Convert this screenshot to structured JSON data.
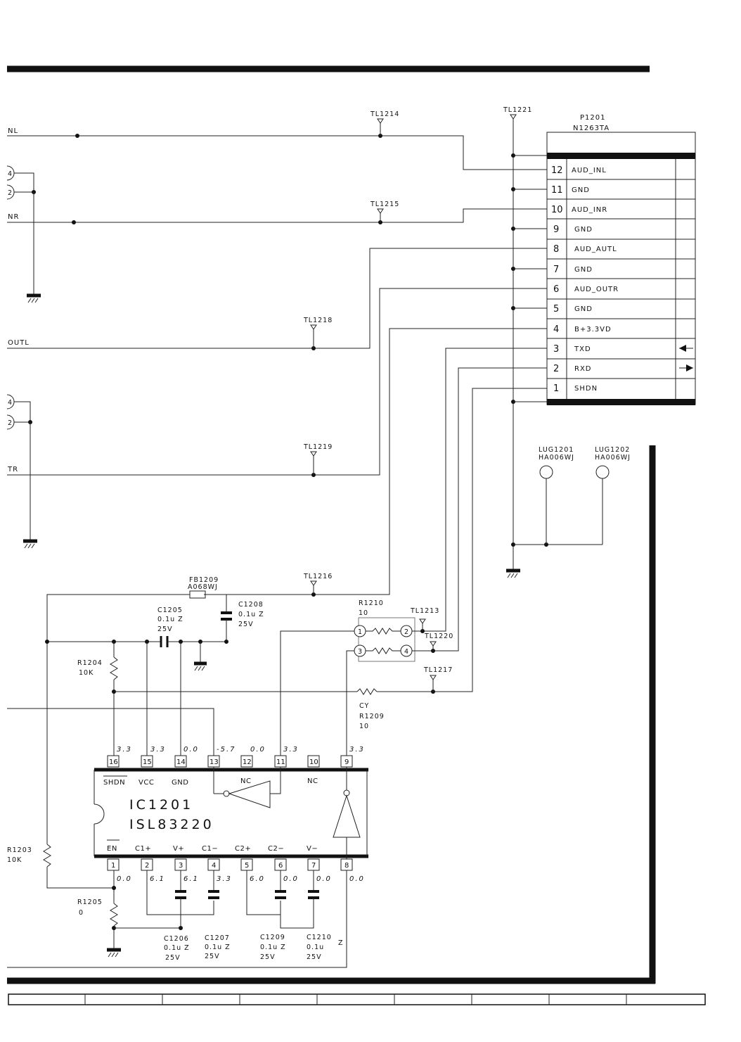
{
  "net_labels": {
    "aud_inl_left": "NL",
    "aud_inr_left": "NR",
    "aud_outl_left": "OUTL",
    "aud_outr_left": "TR"
  },
  "test_points": {
    "tl1214": "TL1214",
    "tl1215": "TL1215",
    "tl1218": "TL1218",
    "tl1219": "TL1219",
    "tl1221": "TL1221",
    "tl1216": "TL1216",
    "tl1213": "TL1213",
    "tl1220": "TL1220",
    "tl1217": "TL1217"
  },
  "connector": {
    "ref": "P1201",
    "part": "N1263TA",
    "pins": [
      {
        "num": "12",
        "name": "AUD_INL"
      },
      {
        "num": "11",
        "name": "GND"
      },
      {
        "num": "10",
        "name": "AUD_INR"
      },
      {
        "num": "9",
        "name": "GND"
      },
      {
        "num": "8",
        "name": "AUD_AUTL"
      },
      {
        "num": "7",
        "name": "GND"
      },
      {
        "num": "6",
        "name": "AUD_OUTR"
      },
      {
        "num": "5",
        "name": "GND"
      },
      {
        "num": "4",
        "name": "B+3.3VD"
      },
      {
        "num": "3",
        "name": "TXD"
      },
      {
        "num": "2",
        "name": "RXD"
      },
      {
        "num": "1",
        "name": "SHDN"
      }
    ]
  },
  "jack_pins": {
    "upper_a": "4",
    "upper_b": "2",
    "lower_a": "4",
    "lower_b": "2"
  },
  "lugs": {
    "lug1201_ref": "LUG1201",
    "lug1201_part": "HA006WJ",
    "lug1202_ref": "LUG1202",
    "lug1202_part": "HA006WJ"
  },
  "components": {
    "fb1209_ref": "FB1209",
    "fb1209_part": "A068WJ",
    "c1205_ref": "C1205",
    "c1205_val": "0.1u Z",
    "c1205_volt": "25V",
    "c1208_ref": "C1208",
    "c1208_val": "0.1u Z",
    "c1208_volt": "25V",
    "r1204_ref": "R1204",
    "r1204_val": "10K",
    "r1210_ref": "R1210",
    "r1210_val": "10",
    "r1209_ref": "R1209",
    "r1209_val": "10",
    "r1209_note": "CY",
    "r1203_ref": "R1203",
    "r1203_val": "10K",
    "r1205_ref": "R1205",
    "r1205_val": "0",
    "c1206_ref": "C1206",
    "c1206_val": "0.1u Z",
    "c1206_volt": "25V",
    "c1207_ref": "C1207",
    "c1207_val": "0.1u Z",
    "c1207_volt": "25V",
    "c1209_ref": "C1209",
    "c1209_val": "0.1u Z",
    "c1209_volt": "25V",
    "c1210_ref": "C1210",
    "c1210_val": "0.1u",
    "c1210_volt": "25V",
    "c1210_z": "Z"
  },
  "array_pins": {
    "p1": "1",
    "p2": "2",
    "p3": "3",
    "p4": "4"
  },
  "ic": {
    "ref": "IC1201",
    "part": "ISL83220",
    "top_pins": [
      "16",
      "15",
      "14",
      "13",
      "12",
      "11",
      "10",
      "9"
    ],
    "bottom_pins": [
      "1",
      "2",
      "3",
      "4",
      "5",
      "6",
      "7",
      "8"
    ],
    "top_voltages": [
      "3.3",
      "3.3",
      "0.0",
      "-5.7",
      "0.0",
      "3.3",
      "3.3"
    ],
    "bottom_voltages": [
      "0.0",
      "6.1",
      "6.1",
      "3.3",
      "6.0",
      "0.0",
      "0.0",
      "0.0"
    ],
    "top_signals": [
      "SHDN",
      "VCC",
      "GND",
      "NC",
      "NC"
    ],
    "bottom_signals": [
      "EN",
      "C1+",
      "V+",
      "C1−",
      "C2+",
      "C2−",
      "V−"
    ]
  }
}
